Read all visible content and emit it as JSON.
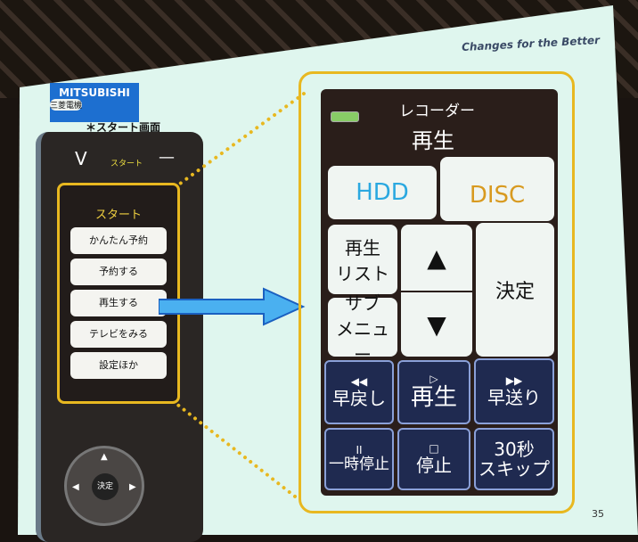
{
  "slide": {
    "tagline": "Changes for the Better",
    "page_number": "35",
    "title": "＊スタート画面"
  },
  "logo": {
    "name": "MITSUBISHI",
    "sub": "三菱電機"
  },
  "phone": {
    "top_left": "V",
    "top_mid": "スタート",
    "top_right": "—",
    "screen_title": "スタート",
    "menu": [
      "かんたん予約",
      "予約する",
      "再生する",
      "テレビをみる",
      "設定ほか"
    ],
    "dpad_center": "決定"
  },
  "panel": {
    "category": "レコーダー",
    "mode": "再生",
    "hdd": "HDD",
    "disc": "DISC",
    "playlist": "再生\nリスト",
    "submenu": "サブ\nメニュー",
    "up": "▲",
    "down": "▼",
    "enter": "決定",
    "rewind_icon": "◀◀",
    "rewind": "早戻し",
    "play_icon": "▷",
    "play": "再生",
    "ff_icon": "▶▶",
    "ff": "早送り",
    "pause_icon": "II",
    "pause": "一時停止",
    "stop_icon": "□",
    "stop": "停止",
    "skip_top": "30秒",
    "skip": "スキップ"
  },
  "colors": {
    "accent": "#e8b820",
    "hdd": "#2aa8e0",
    "disc": "#d89a20"
  }
}
